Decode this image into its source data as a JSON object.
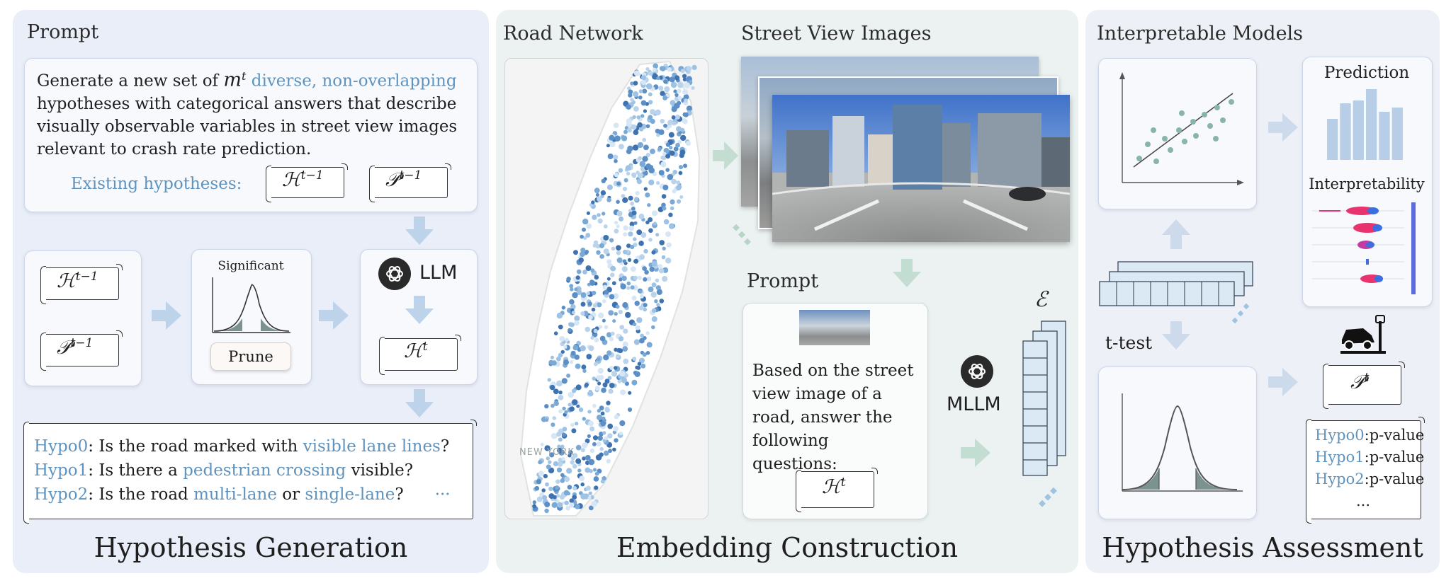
{
  "panels": {
    "generation": {
      "prompt_title": "Prompt",
      "prompt_lines": [
        {
          "a": "Generate a new set of ",
          "m": "m",
          "sup": "t",
          "b": " ",
          "blue": "diverse, non-overlapping"
        },
        {
          "text": "hypotheses with categorical answers that describe"
        },
        {
          "text": "visually observable variables in street view images"
        },
        {
          "text": "relevant to crash rate prediction."
        }
      ],
      "existing_label": "Existing hypotheses:",
      "h_prev": "ℋ",
      "p_prev": "𝒫",
      "sup_prev": "t−1",
      "sup_t": "t",
      "significant_label": "Significant",
      "prune_label": "Prune",
      "llm_label": "LLM",
      "hypotheses": [
        {
          "id": "Hypo0",
          "parts": [
            ": Is the road marked with ",
            "visible lane lines",
            "?"
          ]
        },
        {
          "id": "Hypo1",
          "parts": [
            ": Is there a ",
            "pedestrian crossing",
            " visible?"
          ]
        },
        {
          "id": "Hypo2",
          "parts": [
            ": Is the road ",
            "multi-lane",
            " or ",
            "single-lane",
            "?"
          ]
        }
      ],
      "ellipsis": "···",
      "footer": "Hypothesis Generation"
    },
    "embedding": {
      "road_title": "Road Network",
      "map_label": "NEW YORK",
      "street_title": "Street View Images",
      "prompt_title": "Prompt",
      "prompt_text": [
        "Based on the street",
        "view image of a",
        "road, answer the",
        "following questions:"
      ],
      "h_t": "ℋ",
      "sup_t": "t",
      "mllm_label": "MLLM",
      "embed_symbol": "ℰ",
      "footer": "Embedding Construction"
    },
    "assessment": {
      "models_title": "Interpretable Models",
      "prediction_label": "Prediction",
      "prediction_bars": [
        0.58,
        0.8,
        0.84,
        1.0,
        0.68,
        0.74
      ],
      "interpretability_label": "Interpretability",
      "ttest_label": "t-test",
      "p_t": "𝒫",
      "sup_t": "t",
      "pvalues": [
        {
          "id": "Hypo0",
          "text": ":p-value"
        },
        {
          "id": "Hypo1",
          "text": ":p-value"
        },
        {
          "id": "Hypo2",
          "text": ":p-value"
        }
      ],
      "ellipsis": "...",
      "footer": "Hypothesis Assessment"
    }
  },
  "colors": {
    "accent_blue": "#5f93bd",
    "arrow_blue": "#bcd3ea",
    "arrow_green": "#c4ddd2",
    "gray_fill": "#7c928e"
  }
}
